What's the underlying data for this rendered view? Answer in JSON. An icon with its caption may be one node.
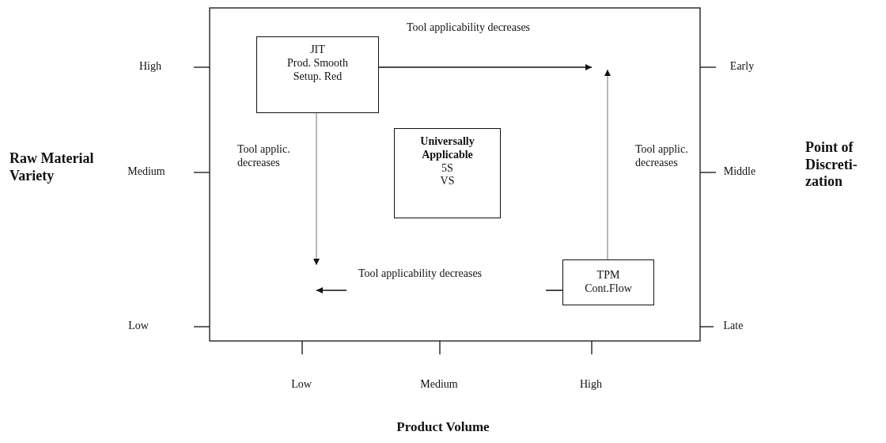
{
  "diagram": {
    "nodes": [
      {
        "text": [
          "JIT",
          "Prod. Smooth",
          "Setup. Red"
        ]
      },
      {
        "text": [
          "**Universally Applicable**",
          "5S",
          "VS"
        ]
      },
      {
        "text": [
          "TPM",
          "Cont.Flow"
        ]
      }
    ],
    "edges": [
      {
        "from": 0,
        "to": null,
        "arrow": "to",
        "label": "Tool applicability decreases"
      },
      {
        "from": 0,
        "to": null,
        "arrow": "to",
        "label": "Tool applic. decreases",
        "color": "#a0a0a0"
      },
      {
        "from": 2,
        "to": null,
        "arrow": "to",
        "label": "Tool applicability decreases"
      },
      {
        "from": 2,
        "to": null,
        "arrow": "to",
        "label": "Tool applic. decreases",
        "color": "#a0a0a0"
      }
    ],
    "labels": [
      "High",
      "Early",
      "Raw Material Variety",
      "Medium",
      "Middle",
      "Point of Discreti-zation",
      "Low",
      "Late",
      "Low",
      "Medium",
      "High",
      "Product Volume"
    ]
  }
}
